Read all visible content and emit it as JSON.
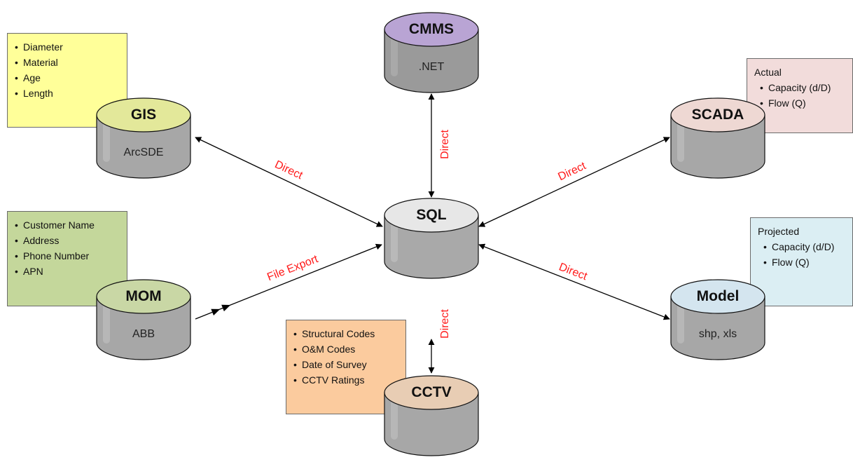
{
  "nodes": [
    {
      "id": "cmms",
      "title": "CMMS",
      "subtitle": ".NET",
      "top_color": "#b9a4d4",
      "side_color": "#9a9a9a"
    },
    {
      "id": "gis",
      "title": "GIS",
      "subtitle": "ArcSDE",
      "top_color": "#e3e89a",
      "side_color": "#a7a7a7"
    },
    {
      "id": "scada",
      "title": "SCADA",
      "subtitle": "",
      "top_color": "#eed8d3",
      "side_color": "#a7a7a7"
    },
    {
      "id": "sql",
      "title": "SQL",
      "subtitle": "",
      "top_color": "#e7e7e7",
      "side_color": "#a9a9a9"
    },
    {
      "id": "mom",
      "title": "MOM",
      "subtitle": "ABB",
      "top_color": "#c9d7a5",
      "side_color": "#a7a7a7"
    },
    {
      "id": "model",
      "title": "Model",
      "subtitle": "shp, xls",
      "top_color": "#d4e5ef",
      "side_color": "#a7a7a7"
    },
    {
      "id": "cctv",
      "title": "CCTV",
      "subtitle": "",
      "top_color": "#e8cdb4",
      "side_color": "#a7a7a7"
    }
  ],
  "edges": [
    {
      "from": "cmms",
      "label": "Direct",
      "style": "bidirectional",
      "label_color": "#ff1a1a"
    },
    {
      "from": "gis",
      "label": "Direct",
      "style": "bidirectional",
      "label_color": "#ff1a1a"
    },
    {
      "from": "scada",
      "label": "Direct",
      "style": "bidirectional",
      "label_color": "#ff1a1a"
    },
    {
      "from": "model",
      "label": "Direct",
      "style": "bidirectional",
      "label_color": "#ff1a1a"
    },
    {
      "from": "cctv",
      "label": "Direct",
      "style": "bidirectional",
      "label_color": "#ff1a1a"
    },
    {
      "from": "mom",
      "label": "File Export",
      "style": "export",
      "label_color": "#ff1a1a"
    }
  ],
  "notes": {
    "gis": {
      "header": "",
      "items": [
        "Diameter",
        "Material",
        "Age",
        "Length"
      ],
      "bg": "#ffff99"
    },
    "mom": {
      "header": "",
      "items": [
        "Customer Name",
        "Address",
        "Phone Number",
        "APN"
      ],
      "bg": "#c4d79b"
    },
    "cctv": {
      "header": "",
      "items": [
        "Structural Codes",
        "O&M Codes",
        "Date of Survey",
        "CCTV Ratings"
      ],
      "bg": "#fbcb9e"
    },
    "scada": {
      "header": "Actual",
      "items": [
        "Capacity (d/D)",
        "Flow (Q)"
      ],
      "bg": "#f2dcdb"
    },
    "model": {
      "header": "Projected",
      "items": [
        "Capacity (d/D)",
        "Flow (Q)"
      ],
      "bg": "#dbeef3"
    }
  }
}
